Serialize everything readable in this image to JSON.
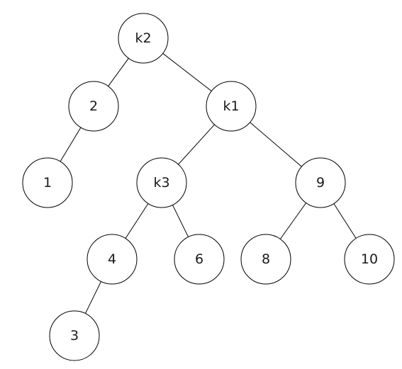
{
  "diagram": {
    "nodes": [
      {
        "id": "k2",
        "label": "k2"
      },
      {
        "id": "n2",
        "label": "2"
      },
      {
        "id": "k1",
        "label": "k1"
      },
      {
        "id": "n1",
        "label": "1"
      },
      {
        "id": "k3",
        "label": "k3"
      },
      {
        "id": "n9",
        "label": "9"
      },
      {
        "id": "n4",
        "label": "4"
      },
      {
        "id": "n6",
        "label": "6"
      },
      {
        "id": "n8",
        "label": "8"
      },
      {
        "id": "n10",
        "label": "10"
      },
      {
        "id": "n3",
        "label": "3"
      }
    ],
    "edges": [
      {
        "from": "k2",
        "to": "n2"
      },
      {
        "from": "k2",
        "to": "k1"
      },
      {
        "from": "n2",
        "to": "n1"
      },
      {
        "from": "k1",
        "to": "k3"
      },
      {
        "from": "k1",
        "to": "n9"
      },
      {
        "from": "k3",
        "to": "n4"
      },
      {
        "from": "k3",
        "to": "n6"
      },
      {
        "from": "n9",
        "to": "n8"
      },
      {
        "from": "n9",
        "to": "n10"
      },
      {
        "from": "n4",
        "to": "n3"
      }
    ]
  }
}
